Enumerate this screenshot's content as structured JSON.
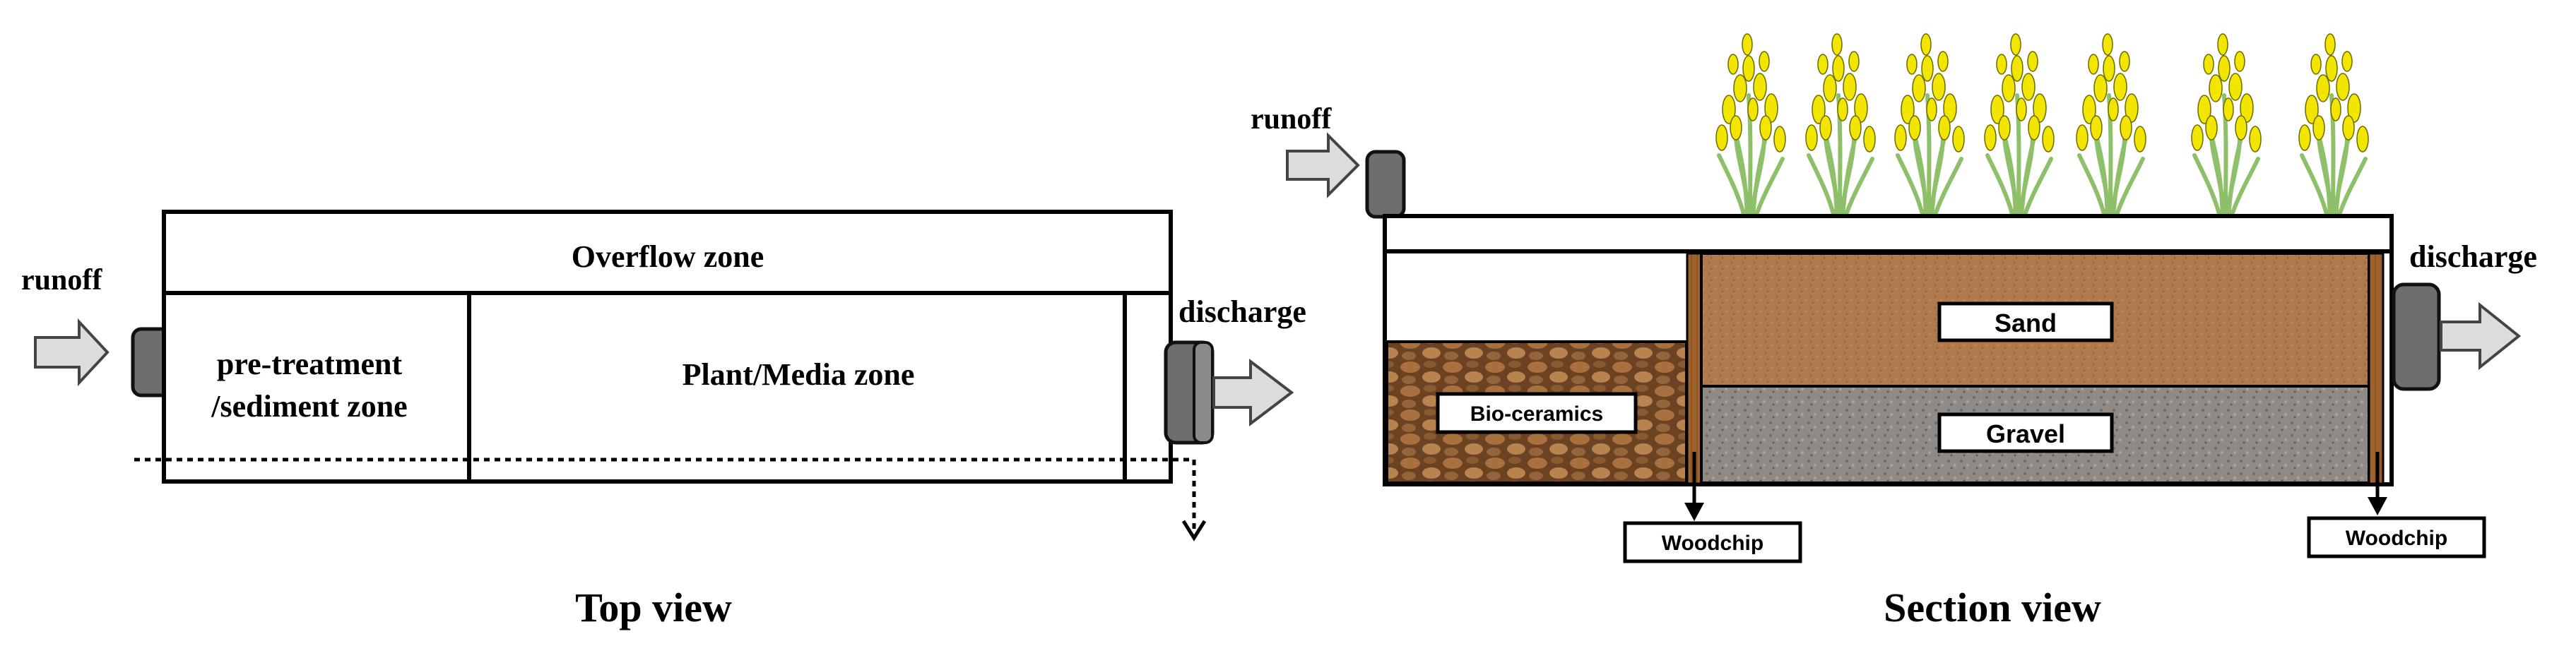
{
  "top_view": {
    "caption": "Top view",
    "runoff_label": "runoff",
    "overflow_label": "Overflow zone",
    "pretreatment_line1": "pre-treatment",
    "pretreatment_line2": "/sediment zone",
    "plant_media_label": "Plant/Media zone",
    "discharge_label": "discharge"
  },
  "section_view": {
    "caption": "Section view",
    "runoff_label": "runoff",
    "discharge_label": "discharge",
    "sand_label": "Sand",
    "gravel_label": "Gravel",
    "bioceramics_label": "Bio-ceramics",
    "woodchip_left_label": "Woodchip",
    "woodchip_right_label": "Woodchip"
  },
  "colors": {
    "arrow_fill": "#dcdcdc",
    "pipe_fill": "#6e6e6e",
    "sand": "#b07a4c",
    "gravel": "#8f8a86",
    "bioceramics": "#7a4e2a",
    "woodchip_wall": "#a0622d",
    "plant_leaf": "#8ec06a",
    "plant_flower": "#f2e600"
  }
}
